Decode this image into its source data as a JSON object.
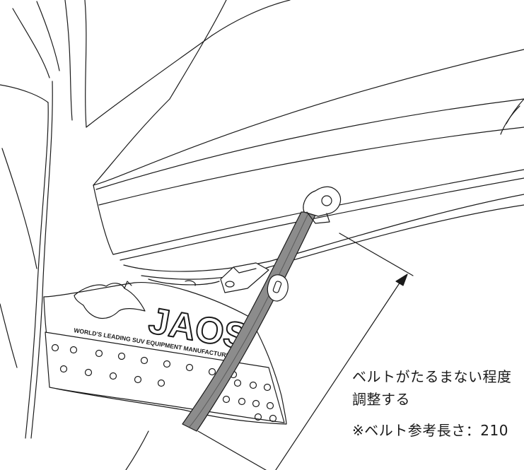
{
  "brand": {
    "logo_text": "JAOS",
    "tagline": "WORLD'S LEADING SUV EQUIPMENT MANUFACTURER"
  },
  "notes": {
    "line1": "ベルトがたるまない程度",
    "line2": "調整する",
    "line3": "※ベルト参考長さ：210"
  },
  "colors": {
    "line": "#1a1a1a",
    "belt": "#8c8c8c",
    "belt_dark": "#5a5a5a"
  }
}
